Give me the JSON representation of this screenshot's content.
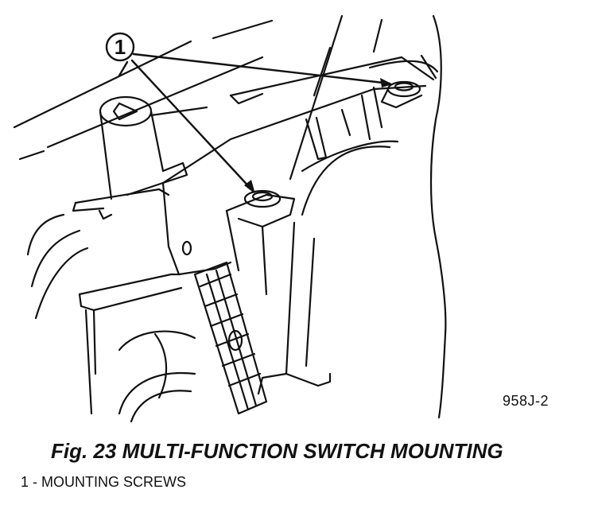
{
  "diagram": {
    "callout": "1",
    "part_code": "958J-2",
    "caption": "Fig. 23 MULTI-FUNCTION SWITCH MOUNTING",
    "legend": [
      "1 - MOUNTING SCREWS"
    ],
    "line_color": "#111111",
    "background": "#ffffff"
  }
}
